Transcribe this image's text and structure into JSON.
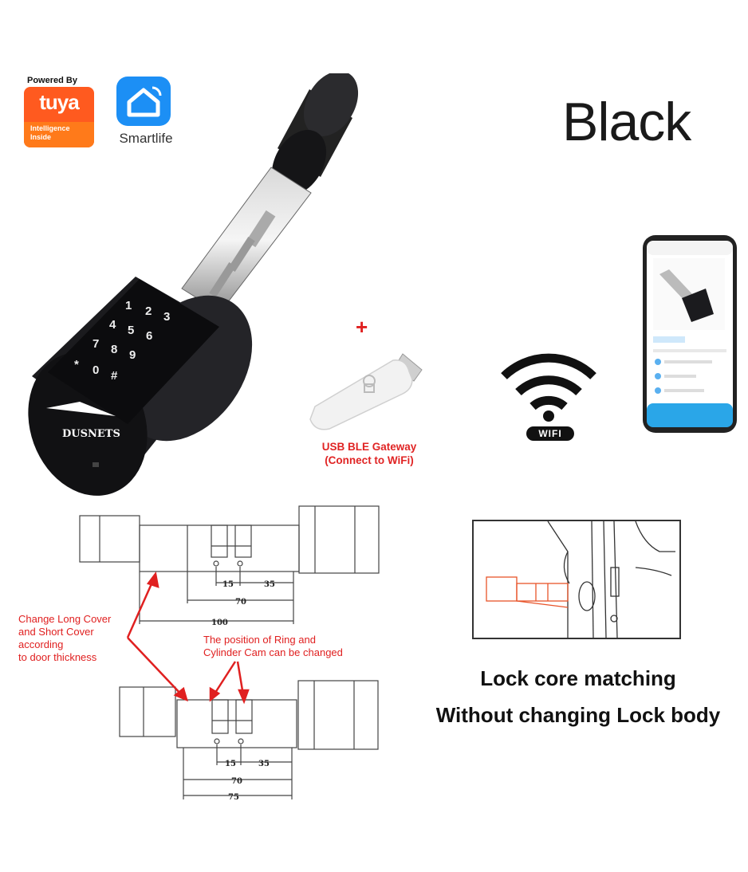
{
  "logos": {
    "tuya": {
      "powered_by": "Powered By",
      "brand": "tuya",
      "tagline": [
        "Intelligence",
        "Inside"
      ]
    },
    "smartlife": {
      "label": "Smartlife"
    },
    "watermark": "DUSNETS"
  },
  "product": {
    "color_variant": "Black"
  },
  "keypad": {
    "keys": [
      "1",
      "2",
      "3",
      "4",
      "5",
      "6",
      "7",
      "8",
      "9",
      "*",
      "0",
      "#"
    ]
  },
  "gateway": {
    "plus": "+",
    "label_line1": "USB BLE Gateway",
    "label_line2": "(Connect to WiFi)"
  },
  "wifi": {
    "label": "WIFI"
  },
  "diagram": {
    "top": {
      "dim_15": "15",
      "dim_35": "35",
      "dim_70": "70",
      "dim_total": "100"
    },
    "bottom": {
      "dim_15": "15",
      "dim_35": "35",
      "dim_70": "70",
      "dim_total": "75"
    },
    "note_cover": [
      "Change Long Cover",
      "and Short Cover",
      "according",
      "to door thickness"
    ],
    "note_ring": [
      "The position of Ring and",
      "Cylinder Cam can be changed"
    ]
  },
  "caption": {
    "line1": "Lock core matching",
    "line2": "Without changing Lock body"
  },
  "colors": {
    "accent_red": "#e02020",
    "tuya_orange": "#ff5a1f",
    "smartlife_blue": "#1c8ff5",
    "lock_black": "#1b1b1e"
  }
}
